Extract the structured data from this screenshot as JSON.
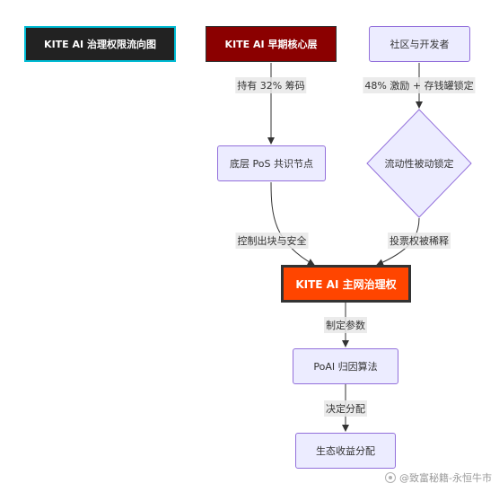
{
  "nodes": {
    "title": "KITE AI 治理权限流向图",
    "core_team": "KITE AI 早期核心层",
    "community": "社区与开发者",
    "pos_nodes": "底层 PoS 共识节点",
    "liquidity_lock": "流动性被动锁定",
    "mainnet_governance": "KITE AI 主网治理权",
    "poai": "PoAI 归因算法",
    "eco_rewards": "生态收益分配"
  },
  "edges": {
    "core_to_pos": "持有 32% 筹码",
    "community_to_lock": "48% 激励 + 存钱罐锁定",
    "pos_to_gov": "控制出块与安全",
    "lock_to_gov": "投票权被稀释",
    "gov_to_poai": "制定参数",
    "poai_to_rewards": "决定分配"
  },
  "watermark": "@致富秘籍-永恒牛市",
  "colors": {
    "title_bg": "#222222",
    "title_border": "#00bcd4",
    "core_bg": "#8b0000",
    "gov_bg": "#ff4500",
    "plain_bg": "#ececff",
    "plain_border": "#9370db"
  }
}
